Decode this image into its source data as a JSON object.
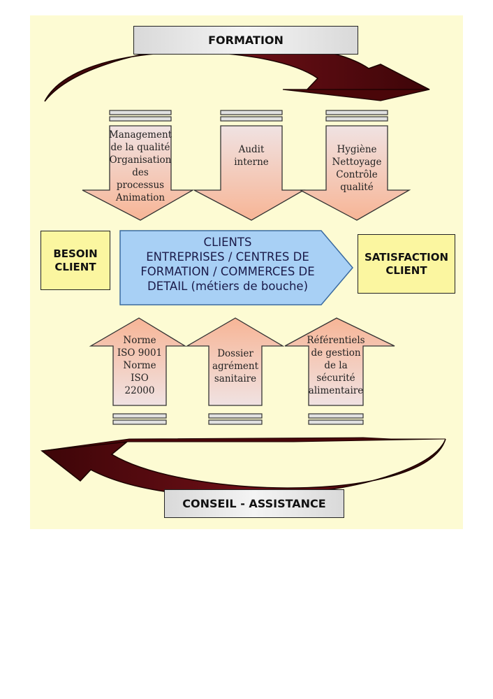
{
  "diagram": {
    "top_label": "FORMATION",
    "bottom_label": "CONSEIL - ASSISTANCE",
    "left_box": "BESOIN CLIENT",
    "right_box": "SATISFACTION CLIENT",
    "center_arrow": {
      "lines": [
        "CLIENTS",
        "ENTREPRISES / CENTRES DE",
        "FORMATION / COMMERCES DE",
        "DETAIL (métiers de bouche)"
      ]
    },
    "down_arrows": [
      {
        "lines": [
          "Management",
          "de la qualité",
          "Organisation",
          "des",
          "processus",
          "Animation"
        ]
      },
      {
        "lines": [
          "Audit",
          "interne"
        ]
      },
      {
        "lines": [
          "Hygiène",
          "Nettoyage",
          "Contrôle",
          "qualité"
        ]
      }
    ],
    "up_arrows": [
      {
        "lines": [
          "Norme",
          "ISO 9001",
          "Norme",
          "ISO",
          "22000"
        ]
      },
      {
        "lines": [
          "Dossier",
          "agrément",
          "sanitaire"
        ]
      },
      {
        "lines": [
          "Référentiels",
          "de gestion",
          "de la",
          "sécurité",
          "alimentaire"
        ]
      }
    ],
    "colors": {
      "background": "#fdfbd3",
      "curved_arrow": "#5a0a10",
      "center_arrow": "#a8d0f5",
      "side_box": "#fbf6a0",
      "block_arrow_gradient": [
        "#f7b596",
        "#f0e2e2"
      ]
    }
  }
}
